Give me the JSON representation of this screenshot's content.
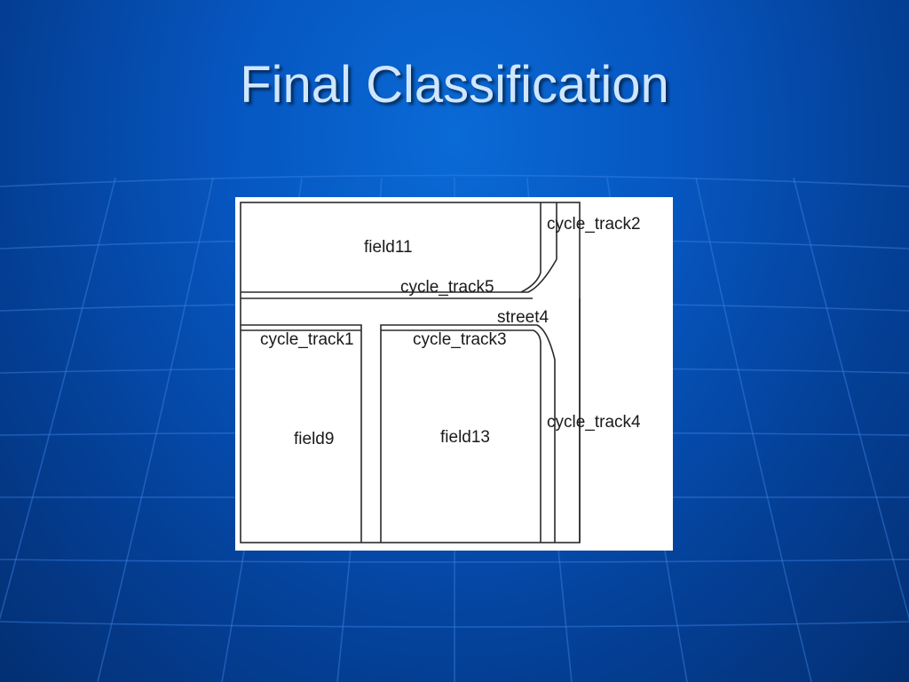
{
  "slide": {
    "title": "Final Classification"
  },
  "map": {
    "labels": {
      "field11": "field11",
      "cycle_track2": "cycle_track2",
      "cycle_track5": "cycle_track5",
      "street4": "street4",
      "cycle_track1": "cycle_track1",
      "cycle_track3": "cycle_track3",
      "cycle_track4": "cycle_track4",
      "field9": "field9",
      "field13": "field13"
    }
  },
  "colors": {
    "background": "#0656c0",
    "title": "#cfe6ff",
    "line": "#2a2a2a"
  }
}
